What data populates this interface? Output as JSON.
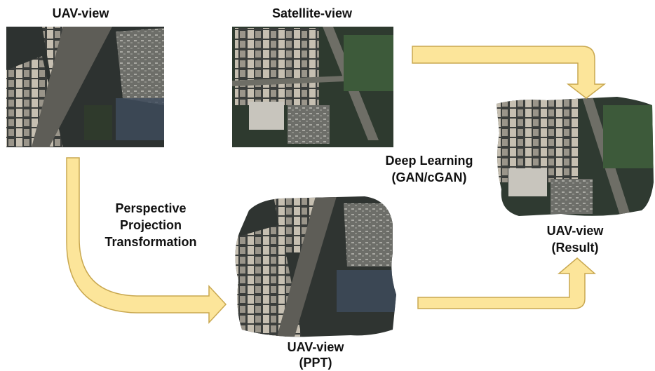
{
  "labels": {
    "uav_view_top": "UAV-view",
    "satellite_view": "Satellite-view",
    "deep_learning_line1": "Deep Learning",
    "deep_learning_line2": "(GAN/cGAN)",
    "ppt_line1": "Perspective",
    "ppt_line2": "Projection",
    "ppt_line3": "Transformation",
    "uav_ppt_line1": "UAV-view",
    "uav_ppt_line2": "(PPT)",
    "uav_result_line1": "UAV-view",
    "uav_result_line2": "(Result)"
  },
  "colors": {
    "arrow_fill": "#FCE59A",
    "arrow_stroke": "#C9A850",
    "image_dark": "#2b3030",
    "building": "#b9b2a4",
    "road": "#6f6e66",
    "vegetation": "#3f5a3c"
  }
}
